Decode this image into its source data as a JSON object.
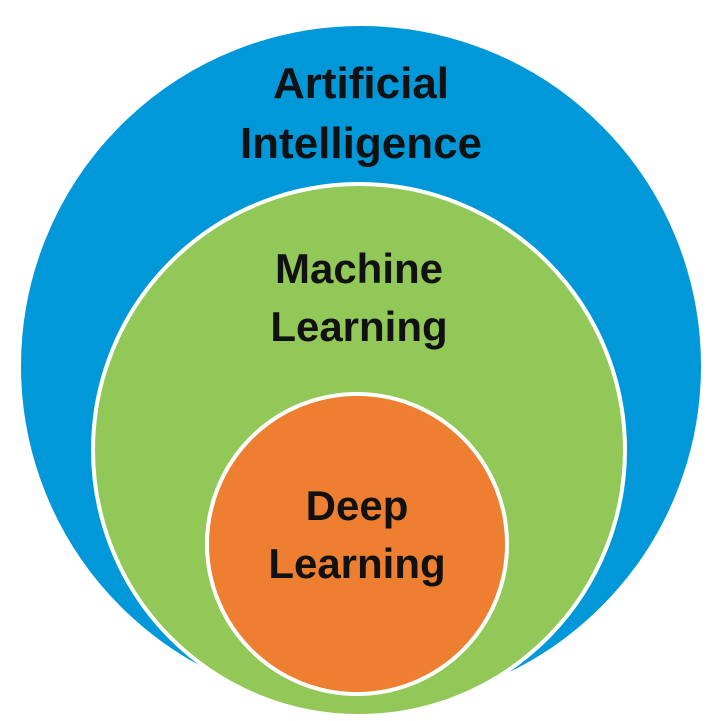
{
  "diagram": {
    "type": "nested-circles",
    "circles": [
      {
        "id": "ai",
        "line1": "Artificial",
        "line2": "Intelligence",
        "fill": "#0098D8"
      },
      {
        "id": "ml",
        "line1": "Machine",
        "line2": "Learning",
        "fill": "#92C857"
      },
      {
        "id": "dl",
        "line1": "Deep",
        "line2": "Learning",
        "fill": "#EE7F30"
      }
    ],
    "outline_color": "#FFFFFF"
  }
}
